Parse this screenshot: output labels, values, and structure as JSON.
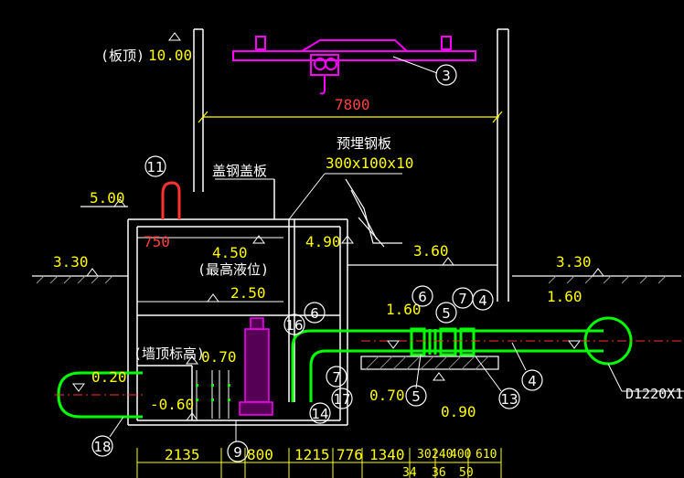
{
  "title": "",
  "colors": {
    "background": "#000000",
    "structure": "#ffffff",
    "pipe": "#00ff00",
    "crane": "#ff00ff",
    "dimension": "#ffff00",
    "dimension_red": "#ff3030",
    "hatch": "#888888"
  },
  "elevations": {
    "roof_label": "(板顶)",
    "roof_value": "10.00",
    "left_top": "5.00",
    "left_ground": "3.30",
    "cover_plate_level": "4.50",
    "max_water_label": "(最高液位)",
    "water_2": "2.50",
    "wall_top_label": "(墙顶标高)",
    "wall_top_value": "0.70",
    "left_pipe": "0.20",
    "bottom": "-0.60",
    "right_490": "4.90",
    "mid_360": "3.60",
    "right_ground": "3.30",
    "right_160": "1.60",
    "valve_160": "1.60",
    "low_070": "0.70",
    "low_090": "0.90"
  },
  "labels": {
    "embedded_plate": "预埋钢板",
    "embedded_plate_size": "300x100x10",
    "cover_plate": "盖钢盖板",
    "span_7800": "7800",
    "dim_750": "750",
    "pipe_label": "D1220X1"
  },
  "callouts": [
    "3",
    "11",
    "16",
    "6",
    "6",
    "5",
    "7",
    "4",
    "7",
    "17",
    "14",
    "5",
    "13",
    "4",
    "9",
    "18"
  ],
  "dims_bottom": [
    "2135",
    "800",
    "1215",
    "776",
    "1340",
    "30",
    "240",
    "400",
    "610"
  ],
  "dims_bottom2": [
    "34",
    "36",
    "50"
  ]
}
